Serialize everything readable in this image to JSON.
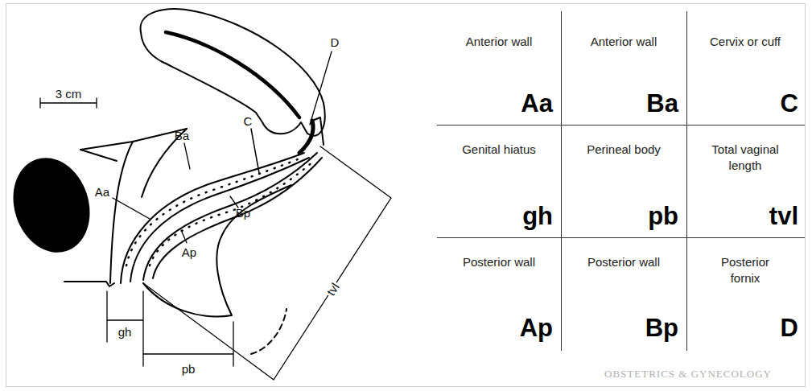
{
  "diagram": {
    "labels": [
      "3 cm",
      "Ba",
      "Aa",
      "C",
      "D",
      "Ap",
      "Bp",
      "gh",
      "pb",
      "tvl",
      "Anterior wall",
      "Aa",
      "Anterior wall",
      "Ba",
      "Cervix or cuff",
      "C",
      "Genital hiatus",
      "gh",
      "Perineal body",
      "pb",
      "Total vaginal length",
      "tvl",
      "Posterior wall",
      "Ap",
      "Posterior wall",
      "Bp",
      "Posterior fornix",
      "D",
      "OBSTETRICS & GYNECOLOGY"
    ]
  }
}
